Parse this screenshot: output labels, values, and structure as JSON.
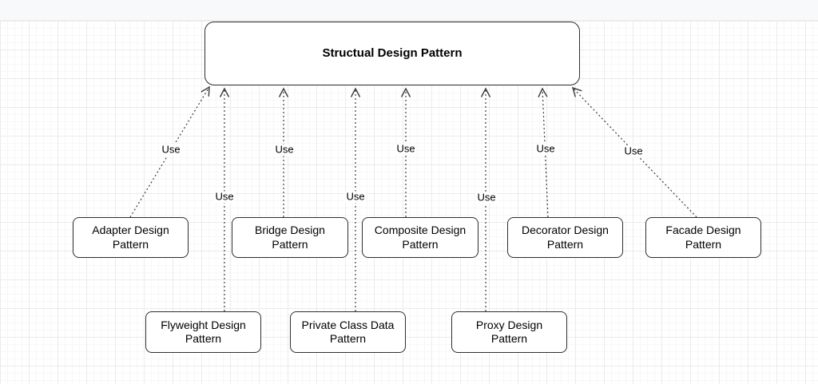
{
  "diagram": {
    "title_node": {
      "label": "Structual Design Pattern"
    },
    "nodes": [
      {
        "label": "Adapter Design Pattern"
      },
      {
        "label": "Bridge Design Pattern"
      },
      {
        "label": "Composite Design Pattern"
      },
      {
        "label": "Decorator Design Pattern"
      },
      {
        "label": "Facade Design Pattern"
      },
      {
        "label": "Flyweight Design Pattern"
      },
      {
        "label": "Private Class Data Pattern"
      },
      {
        "label": "Proxy Design Pattern"
      }
    ],
    "connectors": [
      {
        "from": "Adapter Design Pattern",
        "to": "Structual Design Pattern",
        "label": "Use",
        "style": "dashed-open-arrow"
      },
      {
        "from": "Flyweight Design Pattern",
        "to": "Structual Design Pattern",
        "label": "Use",
        "style": "dashed-open-arrow"
      },
      {
        "from": "Bridge Design Pattern",
        "to": "Structual Design Pattern",
        "label": "Use",
        "style": "dashed-open-arrow"
      },
      {
        "from": "Private Class Data Pattern",
        "to": "Structual Design Pattern",
        "label": "Use",
        "style": "dashed-open-arrow"
      },
      {
        "from": "Composite Design Pattern",
        "to": "Structual Design Pattern",
        "label": "Use",
        "style": "dashed-open-arrow"
      },
      {
        "from": "Proxy Design Pattern",
        "to": "Structual Design Pattern",
        "label": "Use",
        "style": "dashed-open-arrow"
      },
      {
        "from": "Decorator Design Pattern",
        "to": "Structual Design Pattern",
        "label": "Use",
        "style": "dashed-open-arrow"
      },
      {
        "from": "Facade Design Pattern",
        "to": "Structual Design Pattern",
        "label": "Use",
        "style": "dashed-open-arrow"
      }
    ],
    "colors": {
      "canvas_bg": "#ffffff",
      "topbar_bg": "#f8f9fa",
      "node_fill": "#ffffff",
      "node_border": "#2e2e2e",
      "edge": "#3a3a3a",
      "text": "#000000"
    }
  }
}
